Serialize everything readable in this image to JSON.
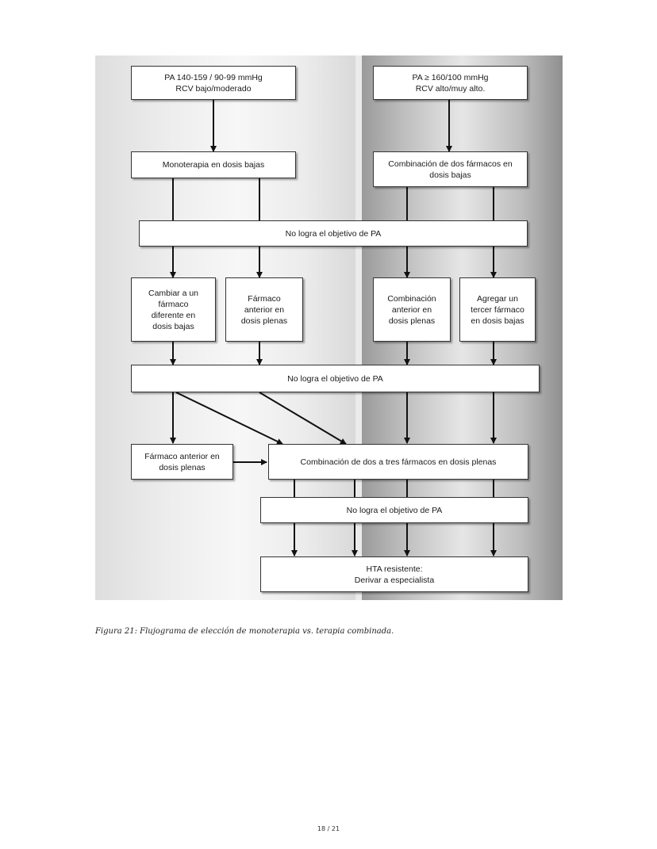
{
  "flowchart": {
    "start_left": [
      "PA 140-159 / 90-99 mmHg",
      "RCV bajo/moderado"
    ],
    "start_right": [
      "PA ≥ 160/100 mmHg",
      "RCV alto/muy alto."
    ],
    "monoterapia": "Monoterapia en dosis bajas",
    "combinacion_bajas": "Combinación de dos fármacos en dosis bajas",
    "no_logra_1": "No logra el objetivo de PA",
    "cambiar": "Cambiar a un fármaco diferente en dosis bajas",
    "farmaco_plenas": "Fármaco anterior en dosis plenas",
    "combinacion_anterior": "Combinación anterior en dosis plenas",
    "agregar_tercer": "Agregar un tercer fármaco en dosis bajas",
    "no_logra_2": "No logra el objetivo de PA",
    "farmaco_anterior_plenas": "Fármaco anterior en dosis plenas",
    "combinacion_dos_tres": "Combinación de dos a tres fármacos en dosis plenas",
    "no_logra_3": "No logra el objetivo de PA",
    "hta": [
      "HTA resistente:",
      "Derivar a especialista"
    ]
  },
  "caption": "Figura 21: Flujograma de elección de monoterapia vs. terapia combinada.",
  "page_number": "18 / 21"
}
